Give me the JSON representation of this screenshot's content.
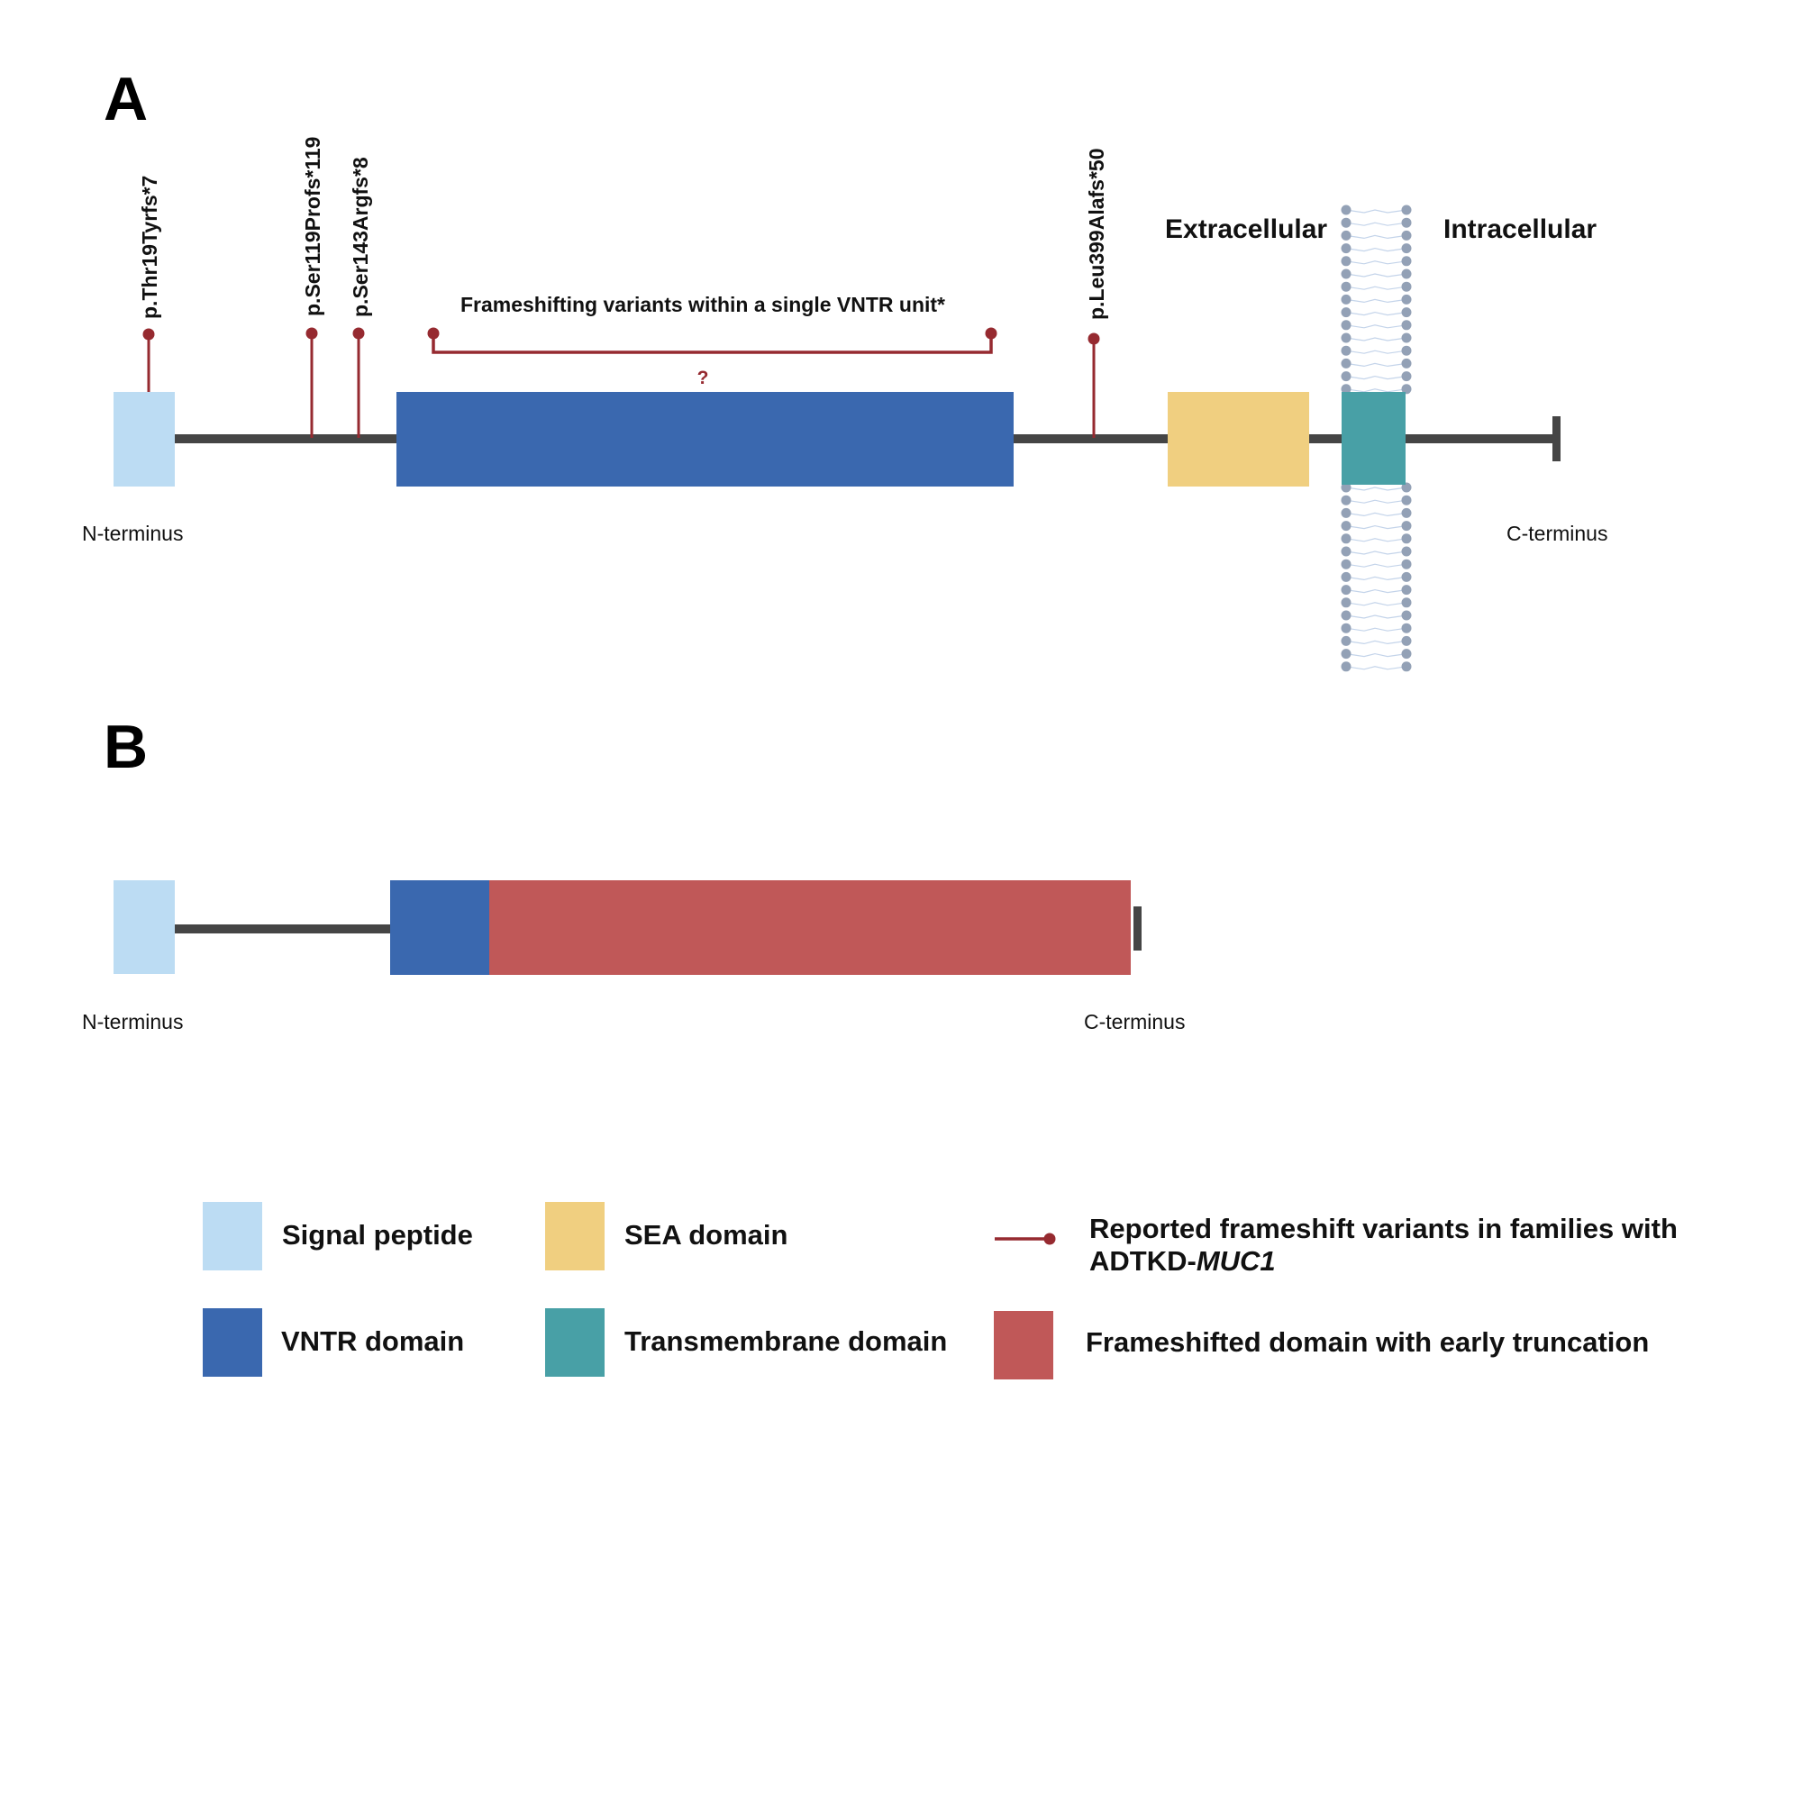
{
  "colors": {
    "signal_peptide": "#bcdcf3",
    "vntr": "#3a68af",
    "sea": "#f0cf80",
    "transmembrane": "#48a0a6",
    "frameshifted": "#c05858",
    "backbone": "#454545",
    "variant": "#962a30",
    "membrane_head": "#93a1b6",
    "membrane_tail": "#c4d4ea"
  },
  "panel_a": {
    "label": "A",
    "variants": [
      "p.Thr19Tyrfs*7",
      "p.Ser119Profs*119",
      "p.Ser143Argfs*8",
      "p.Leu399Alafs*50"
    ],
    "vntr_bracket_label": "Frameshifting variants within a single VNTR unit*",
    "vntr_bracket_mark": "?",
    "extracellular_label": "Extracellular",
    "intracellular_label": "Intracellular",
    "n_terminus": "N-terminus",
    "c_terminus": "C-terminus"
  },
  "panel_b": {
    "label": "B",
    "n_terminus": "N-terminus",
    "c_terminus": "C-terminus"
  },
  "legend": {
    "signal_peptide": "Signal peptide",
    "vntr": "VNTR domain",
    "sea": "SEA domain",
    "transmembrane": "Transmembrane domain",
    "variants_text": "Reported frameshift variants in families with",
    "variants_prefix": "ADTKD-",
    "variants_gene": "MUC1",
    "frameshifted": "Frameshifted domain with early truncation"
  }
}
